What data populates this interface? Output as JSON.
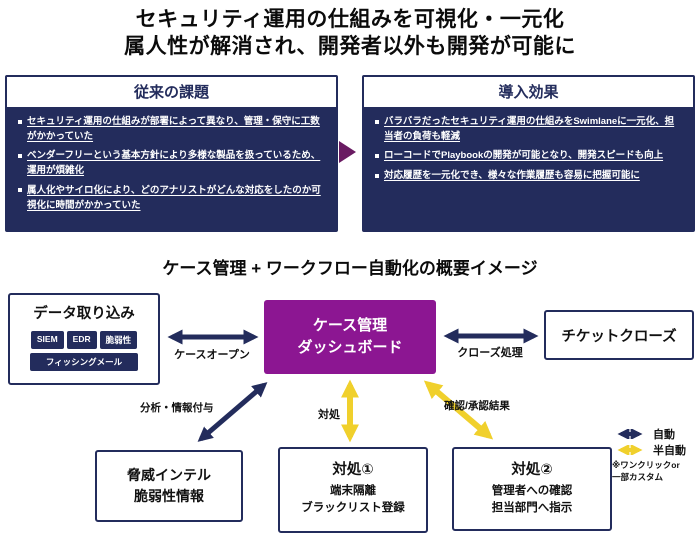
{
  "header": {
    "title_line1": "セキュリティ運用の仕組みを可視化・一元化",
    "title_line2": "属人性が解消され、開発者以外も開発が可能に"
  },
  "compare": {
    "left": {
      "title": "従来の課題",
      "bullets": [
        "セキュリティ運用の仕組みが部署によって異なり、管理・保守に工数がかかっていた",
        "ベンダーフリーという基本方針により多様な製品を扱っているため、運用が煩雑化",
        "属人化やサイロ化により、どのアナリストがどんな対応をしたのか可視化に時間がかかっていた"
      ]
    },
    "right": {
      "title": "導入効果",
      "bullets": [
        "バラバラだったセキュリティ運用の仕組みをSwimlaneに一元化、担当者の負荷も軽減",
        "ローコードでPlaybookの開発が可能となり、開発スピードも向上",
        "対応履歴を一元化でき、様々な作業履歴も容易に把握可能に"
      ]
    }
  },
  "diagram": {
    "title": "ケース管理 + ワークフロー自動化の概要イメージ",
    "nodes": {
      "ingest": {
        "title": "データ取り込み",
        "chips": [
          "SIEM",
          "EDR",
          "脆弱性",
          "フィッシングメール"
        ]
      },
      "dashboard": {
        "line1": "ケース管理",
        "line2": "ダッシュボード"
      },
      "ticket": {
        "title": "チケットクローズ"
      },
      "intel": {
        "line1": "脅威インテル",
        "line2": "脆弱性情報"
      },
      "action1": {
        "title": "対処①",
        "line1": "端末隔離",
        "line2": "ブラックリスト登録"
      },
      "action2": {
        "title": "対処②",
        "line1": "管理者への確認",
        "line2": "担当部門へ指示"
      }
    },
    "arrow_labels": {
      "case_open": "ケースオープン",
      "close": "クローズ処理",
      "analysis": "分析・情報付与",
      "respond": "対処",
      "confirm": "確認/承認結果"
    },
    "legend": {
      "auto": "自動",
      "semi_auto": "半自動",
      "note_line1": "※ワンクリックor",
      "note_line2": "一部カスタム"
    }
  },
  "colors": {
    "navy": "#232c5c",
    "purple": "#8c1692",
    "yellow": "#f0d02c",
    "transition_arrow": "#6a1b62"
  }
}
